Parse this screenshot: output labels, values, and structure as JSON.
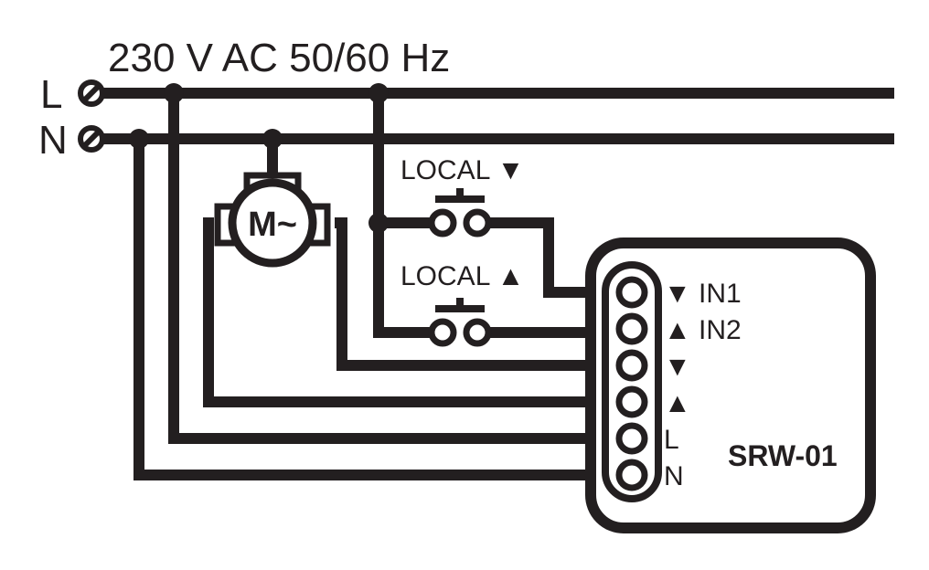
{
  "supply": {
    "voltage_label": "230 V AC 50/60 Hz",
    "line_label": "L",
    "neutral_label": "N"
  },
  "motor": {
    "label": "M~"
  },
  "buttons": [
    {
      "label": "LOCAL ▼"
    },
    {
      "label": "LOCAL ▲"
    }
  ],
  "device": {
    "name": "SRW-01",
    "terminals": [
      "▼ IN1",
      "▲ IN2",
      "▼",
      "▲",
      "L",
      "N"
    ]
  }
}
